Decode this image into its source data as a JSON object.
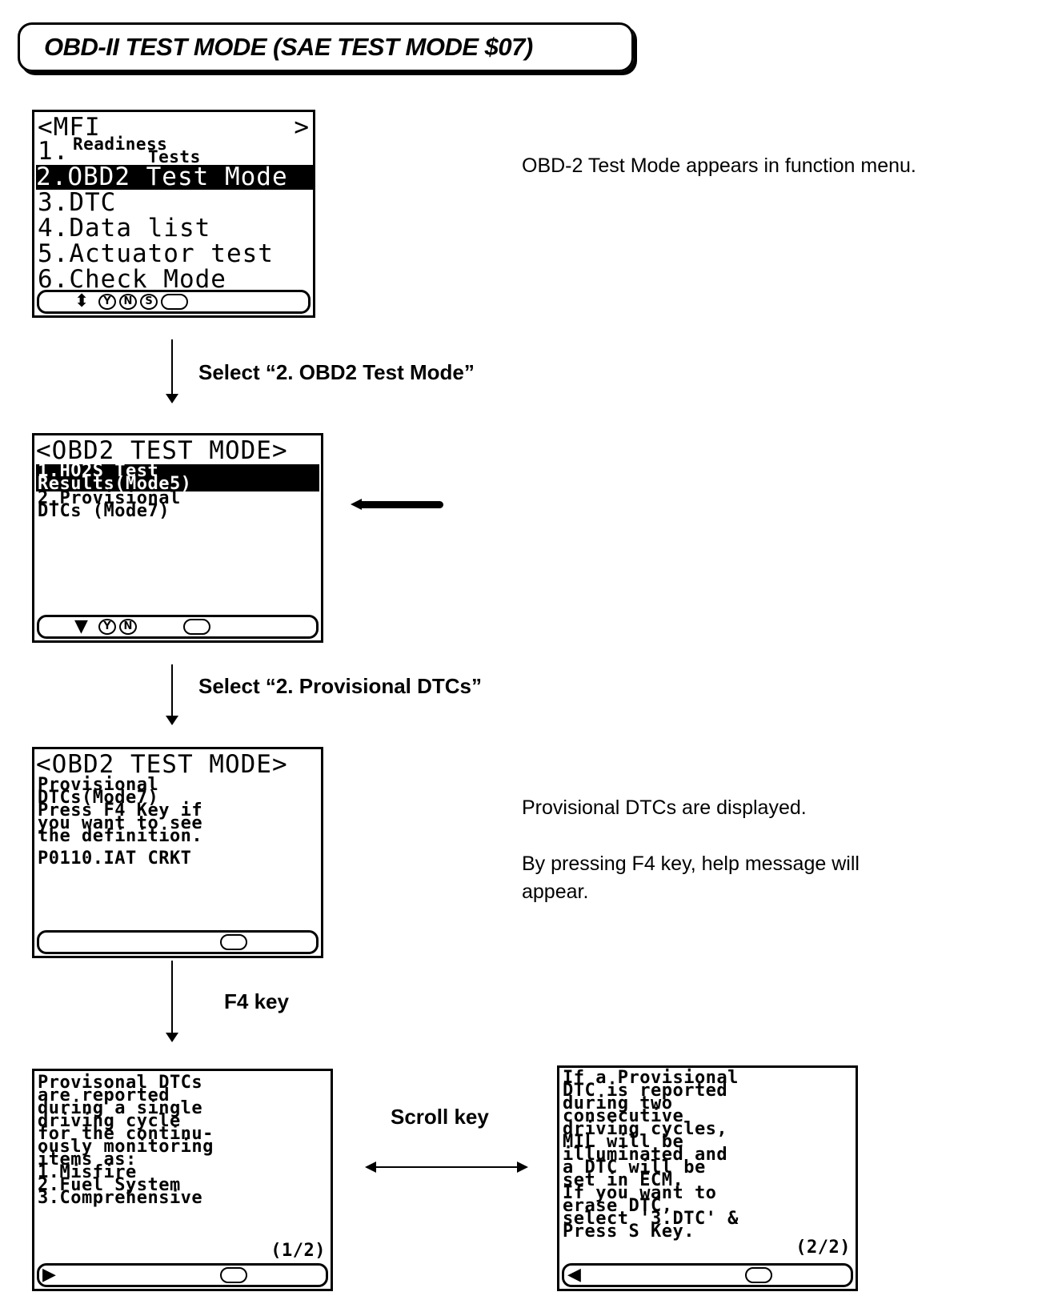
{
  "title": "OBD-II TEST MODE (SAE TEST MODE $07)",
  "screen1": {
    "header_left": "<MFI",
    "header_right": ">",
    "items": [
      {
        "num": "1.",
        "label": "Readiness",
        "label2": "Tests"
      },
      {
        "label": "2.OBD2 Test Mode"
      },
      {
        "label": "3.DTC"
      },
      {
        "label": "4.Data list"
      },
      {
        "label": "5.Actuator test"
      },
      {
        "label": "6.Check Mode"
      }
    ],
    "softkeys": [
      "Y",
      "N",
      "S"
    ]
  },
  "step1_label": "Select “2. OBD2 Test Mode”",
  "note1": "OBD-2 Test Mode appears in function menu.",
  "screen2": {
    "header": "<OBD2 TEST MODE>",
    "lines": [
      "1.HO2S Test",
      "  Results(Mode5)",
      "2.Provisional",
      "  DTCs   (Mode7)"
    ],
    "softkeys": [
      "Y",
      "N"
    ]
  },
  "step2_label": "Select “2. Provisional DTCs”",
  "screen3": {
    "header": "<OBD2 TEST MODE>",
    "lines": [
      "   Provisional",
      "   DTCs(Mode7)",
      "Press F4 Key if",
      "you want to see",
      "the definition.",
      "",
      "P0110.IAT CRKT"
    ]
  },
  "note3a": "Provisional DTCs are displayed.",
  "note3b_line1": "By pressing F4 key, help message will",
  "note3b_line2": "appear.",
  "step3_label": "F4 key",
  "screen4": {
    "lines": [
      "Provisonal DTCs",
      "are reported",
      "during a single",
      "driving cycle",
      "for the continu-",
      "ously monitoring",
      "items as:",
      "1.Misfire",
      "2.Fuel System",
      "3.Comprehensive"
    ],
    "page": "(1/2)"
  },
  "scroll_label": "Scroll key",
  "screen5": {
    "lines": [
      "If a Provisional",
      "DTC is reported",
      "during two",
      "consecutive",
      "driving cycles,",
      "MIL will be",
      "illuminated and",
      "a DTC will be",
      "set in ECM.",
      "If you want to",
      "erase DTC,",
      "select '3.DTC' &",
      "Press S Key."
    ],
    "page": "(2/2)"
  }
}
